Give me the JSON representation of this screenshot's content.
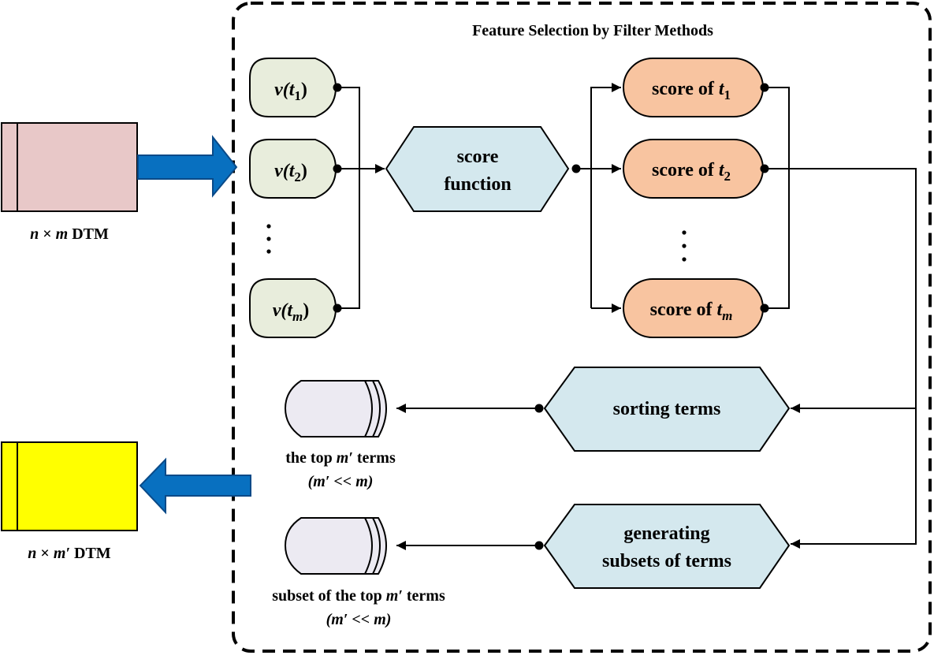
{
  "title": "Feature Selection by Filter Methods",
  "input_matrix": {
    "caption_n": "n",
    "caption_times": "×",
    "caption_m": "m",
    "caption_rest": "DTM",
    "color": "#E8C8C8"
  },
  "output_matrix": {
    "caption_n": "n",
    "caption_times": "×",
    "caption_m": "m′",
    "caption_rest": "DTM",
    "color": "#FFFF00"
  },
  "term_vectors": [
    {
      "func": "v(",
      "var": "t",
      "sub": "1",
      "close": ")"
    },
    {
      "func": "v(",
      "var": "t",
      "sub": "2",
      "close": ")"
    },
    {
      "func": "v(",
      "var": "t",
      "sub": "m",
      "close": ")"
    }
  ],
  "score_function": {
    "line1": "score",
    "line2": "function"
  },
  "scores": [
    {
      "prefix": "score of ",
      "var": "t",
      "sub": "1"
    },
    {
      "prefix": "score of ",
      "var": "t",
      "sub": "2"
    },
    {
      "prefix": "score of ",
      "var": "t",
      "sub": "m"
    }
  ],
  "sorting": {
    "label": "sorting terms"
  },
  "generating": {
    "line1": "generating",
    "line2": "subsets of terms"
  },
  "top_terms": {
    "line1_a": "the top ",
    "line1_var": "m′",
    "line1_b": " terms",
    "line2": "(m′ << m)"
  },
  "subset_terms": {
    "line1_a": "subset of the top ",
    "line1_var": "m′",
    "line1_b": " terms",
    "line2": "(m′ << m)"
  },
  "colors": {
    "vector_fill": "#E8EDDC",
    "score_fill": "#F8C4A0",
    "process_fill": "#D4E8EE",
    "store_fill": "#ECEAF2",
    "arrow_blue": "#0870C0"
  }
}
